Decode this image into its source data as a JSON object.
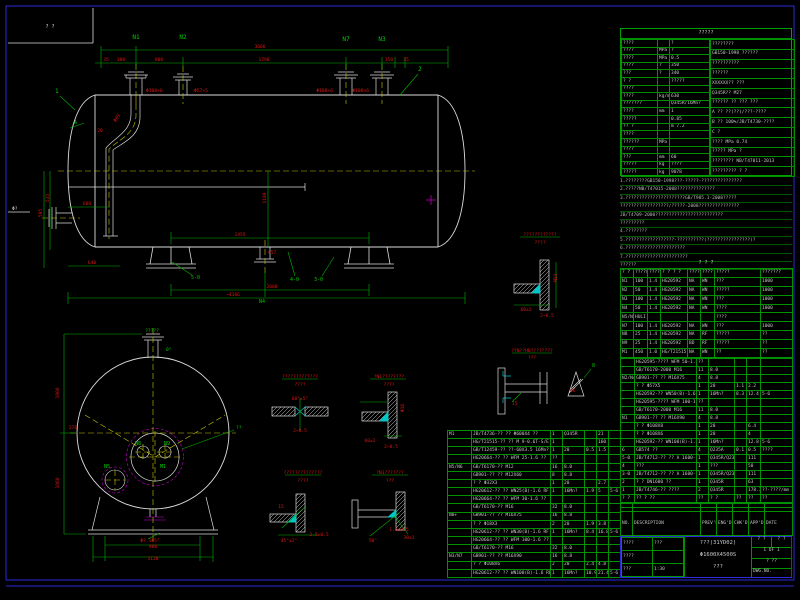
{
  "sheet": {
    "corner_mark": "? ?",
    "edge_mark": "Φ?"
  },
  "front": {
    "nozzles": {
      "n1": "N1",
      "n2": "N2",
      "n7": "N7",
      "n3": "N3",
      "n4": "N4"
    },
    "balloons": {
      "b1": "1",
      "b2": "2",
      "flag_a": "A"
    },
    "sections": {
      "s5": "5-0",
      "s4": "4-0",
      "s3": "3-0"
    },
    "dims": {
      "d35a": "35",
      "d300": "300",
      "d800": "800",
      "d1790": "1790",
      "d150": "150",
      "d35b": "35",
      "d3666": "3666",
      "n1size": "Φ108×6",
      "n2size": "Φ57×5",
      "n7size": "Φ108×6",
      "n3size": "Φ108×6",
      "d20": "20",
      "dphi89": "Φ89",
      "d535": "535",
      "d595": "595",
      "d600": "600",
      "d640": "640",
      "d1455": "1455",
      "d2000": "2000",
      "d4166": "~4166",
      "d1100": "1100",
      "n4size": "Φ57"
    }
  },
  "end": {
    "labels": {
      "m1": "M1",
      "n8": "N8",
      "n9": "N9",
      "n5": "N5",
      "top": "?????",
      "deg0": "0°",
      "right": "??"
    },
    "dims": {
      "d1900": "1900",
      "d270": "270",
      "d1060": "1060",
      "d900": "900",
      "d1120": "1120",
      "dang": "Φ? 165°"
    }
  },
  "details": [
    {
      "title": "?????????????",
      "caption": "????",
      "dims": [
        "60°±5°",
        "2~0.5"
      ]
    },
    {
      "title": "?N1????????",
      "caption": "????",
      "dims": [
        "60±2",
        "2~0.5",
        "Φ16"
      ]
    },
    {
      "title": "????????????",
      "caption": "????",
      "dims": [
        "M13",
        "60±2",
        "2~0.5"
      ]
    },
    {
      "title": "??????????????",
      "caption": "????",
      "dims": [
        "15",
        "45°±2°",
        "2.5±0.5"
      ]
    },
    {
      "title": "?N1???????",
      "caption": "???",
      "dims": [
        "50°",
        "30±1",
        "1.5±0.5"
      ]
    },
    {
      "title": "?YN??HB????????",
      "caption": "???",
      "dims": [
        "15"
      ]
    },
    {
      "title": "",
      "caption": "",
      "dims": [
        "Φ6",
        "8"
      ]
    }
  ],
  "design_table": {
    "title": "?????",
    "left": [
      [
        "????",
        "",
        "?"
      ],
      [
        "????",
        "MPa",
        "?"
      ],
      [
        "????",
        "MPa",
        "0.5"
      ],
      [
        "????",
        "?",
        "350"
      ],
      [
        "???",
        "?",
        "340"
      ],
      [
        "? ?",
        "",
        "?????"
      ],
      [
        "????",
        "",
        ""
      ],
      [
        "????",
        "kg/m",
        "630"
      ],
      [
        "???????",
        "",
        "Q345R/16Mn?"
      ],
      [
        "????",
        "mm",
        "1"
      ],
      [
        "?????",
        "",
        "0.85"
      ],
      [
        "?? ?",
        "",
        "m 7.2"
      ],
      [
        "????",
        "",
        ""
      ],
      [
        "??????",
        "MPa",
        ""
      ],
      [
        "????",
        "",
        ""
      ],
      [
        "???",
        "mm",
        "60"
      ],
      [
        "?????",
        "kg",
        "????"
      ],
      [
        "?????",
        "kg",
        "9078"
      ]
    ],
    "right": [
      [
        "????????"
      ],
      [
        "GB150-1998 ??????"
      ],
      [
        "??????????"
      ],
      [
        "??????"
      ],
      [
        "XXXXXX??    ???"
      ],
      [
        "Q345R??    M27"
      ],
      [
        "?????? ?? ??? ???"
      ],
      [
        "A ?? ??(??)/???-????"
      ],
      [
        "B ?? 100%/JB/T4730-????"
      ],
      [
        "C ?"
      ],
      [
        "???? MPa 0.74"
      ],
      [
        "????? MPa ?"
      ],
      [
        "???????? NB/T47011-2013"
      ],
      [
        "????????? ? ?"
      ]
    ]
  },
  "notes": [
    "1.????????GB150-1998???·?????-???????????????",
    "2.?????NB/T47015-2008??????????????",
    "3.??????????????????????GB/T985.1-2008?????",
    "??????????????????/?????-2008???????????????",
    "JB/T4709-2000?????????????????????????",
    "?????????",
    "4.????????",
    "5.??????????????????-??????????(????????????????)?",
    "6.??????????????????????",
    "7.???????????????????????",
    "??????"
  ],
  "nozzle_table": {
    "title": "? ? ?",
    "rows": [
      [
        "? ?",
        "????mm",
        "????MPa",
        "? ? ? ?",
        "????",
        "????",
        "?????",
        "???????"
      ],
      [
        "N1",
        "100",
        "1.4",
        "HG20592",
        "NA",
        "WN",
        "???",
        "1000"
      ],
      [
        "N2",
        "50",
        "1.4",
        "HG20592",
        "NA",
        "WN",
        "?????",
        "1000"
      ],
      [
        "N3",
        "100",
        "1.4",
        "HG20592",
        "NA",
        "WN",
        "???",
        "1000"
      ],
      [
        "N4",
        "50",
        "1.4",
        "HG20592",
        "NA",
        "WN",
        "????",
        "1000"
      ],
      [
        "N5/N6",
        "HULI",
        "",
        "",
        "",
        "",
        "????",
        ""
      ],
      [
        "N7",
        "100",
        "1.4",
        "HG20592",
        "NA",
        "WN",
        "???",
        "1000"
      ],
      [
        "N8",
        "25",
        "1.4",
        "HG20592",
        "NA",
        "RF",
        "?????",
        "??"
      ],
      [
        "N9",
        "25",
        "1.4",
        "HG20592",
        "BD",
        "RF",
        "?????",
        "??"
      ],
      [
        "M1",
        "450",
        "1.0",
        "HG/T21515",
        "NA",
        "WN",
        "??",
        "??"
      ]
    ]
  },
  "bom_right": {
    "rows": [
      [
        "",
        "HG20595-???? WFM 50-1.6 ??",
        "??",
        "",
        "",
        "",
        ""
      ],
      [
        "",
        "GB/T6170-2000 M16",
        "11",
        "8.0",
        "",
        "",
        ""
      ],
      [
        "N2/N4",
        "GB901-?? ?? M16X75",
        "4",
        "8.8",
        "",
        "",
        ""
      ],
      [
        "",
        "? ? Φ57X5",
        "1",
        "20",
        "1.1",
        "2.2",
        ""
      ],
      [
        "",
        "HG20592-?? WN50(B)-1.6 RF",
        "1",
        "16Mn?",
        "8.3",
        "12.4",
        "5-6"
      ],
      [
        "",
        "HG20595-???? WFM 100-1.6",
        "??",
        "",
        "",
        "",
        ""
      ],
      [
        "",
        "GB/T6170-2000 M16",
        "11",
        "8.0",
        "",
        "",
        ""
      ],
      [
        "N1",
        "GB901-?? ?? M16X90",
        "4",
        "8.8",
        "",
        "",
        ""
      ],
      [
        "",
        "? ? Φ108X8",
        "1",
        "20",
        "",
        "6.4",
        ""
      ],
      [
        "",
        "? ? Φ108X6",
        "1",
        "20",
        "",
        "4",
        ""
      ],
      [
        "",
        "HG20592-?? WN100(B)-1.6 RF",
        "1",
        "16Mn?",
        "",
        "12.8",
        "5-6"
      ],
      [
        "6",
        "GB574 ??",
        "4",
        "Q235A",
        "0.1",
        "0.5",
        "????"
      ],
      [
        "5-0",
        "JB/T4712-?? ?? A 1600-F",
        "1",
        "Q345R/Q235-A",
        "",
        "111",
        ""
      ],
      [
        "4",
        "???",
        "1",
        "???",
        "",
        "50",
        ""
      ],
      [
        "3-0",
        "JB/T4712-?? ?? A 1600-S",
        "1",
        "Q345R/Q235-A",
        "",
        "111",
        ""
      ],
      [
        "2",
        "? ? DN1600 ??",
        "1",
        "Q345R",
        "",
        "63",
        ""
      ],
      [
        "1",
        "JB/T4746-?? ????",
        "2",
        "Q345R",
        "",
        "178.3",
        "??·????/mm"
      ],
      [
        "? ?",
        "?? ? ??",
        "??",
        "? ?",
        "??",
        "??",
        "??"
      ]
    ]
  },
  "bom_bottom": {
    "rows": [
      [
        "M1",
        "JB/T4736-?? ?? Φ600X4 ??",
        "1",
        "Q345R",
        "",
        "21",
        ""
      ],
      [
        "",
        "HG/T21515-?? ?? M 9-0.6T-S/E 600 1.6",
        "1",
        "",
        "",
        "160",
        ""
      ],
      [
        "",
        "GB/T12459-?? ??-60X3.5 16Mn?",
        "1",
        "20",
        "0.5",
        "1.5",
        ""
      ],
      [
        "",
        "HG20664-?? ?? WFM 25-1.6 ??",
        "??",
        "",
        "",
        "",
        ""
      ],
      [
        "N5/N6",
        "GB/T6170-?? M12",
        "16",
        "8.0",
        "",
        "",
        ""
      ],
      [
        "",
        "GB901-?? ?? M12X60",
        "8",
        "8.8",
        "",
        "",
        ""
      ],
      [
        "",
        "? ? Φ32X3",
        "1",
        "20",
        "",
        "2.7",
        ""
      ],
      [
        "",
        "HG20612-?? ?? WN25(B)-1.6 RF",
        "1",
        "16Mn?",
        "1.9",
        "5",
        "5-6"
      ],
      [
        "",
        "HG20664-?? ?? WFM 30-1.6 ??",
        "",
        "",
        "",
        "",
        ""
      ],
      [
        "",
        "GB/T6170-?? M16",
        "32",
        "8.0",
        "",
        "",
        ""
      ],
      [
        "N8+",
        "GB901-?? ?? M16X75",
        "16",
        "8.8",
        "",
        "",
        ""
      ],
      [
        "",
        "? ? Φ18X3",
        "2",
        "20",
        "1.9",
        "3.8",
        ""
      ],
      [
        "",
        "HG20612-?? ?? WN30(B)-1.6 RF",
        "1",
        "16Mn?",
        "8.4",
        "16.8",
        "5-6"
      ],
      [
        "",
        "HG20664-?? ?? WFM 100-1.6 ??",
        "",
        "",
        "",
        "",
        ""
      ],
      [
        "",
        "GB/T6170-?? M16",
        "32",
        "8.0",
        "",
        "",
        ""
      ],
      [
        "N3/N7",
        "GB901-?? ?? M16X90",
        "16",
        "8.8",
        "",
        "",
        ""
      ],
      [
        "",
        "? ? Φ108X6",
        "2",
        "20",
        "2.4",
        "4.8",
        ""
      ],
      [
        "",
        "HG20612-?? ?? WN100(B)-1.6 RF",
        "1",
        "16Mn?",
        "10.9",
        "21.4",
        "5-6"
      ]
    ]
  },
  "revisions": {
    "rows": [
      [
        "",
        "",
        "",
        "",
        "",
        "",
        ""
      ],
      [
        "",
        "",
        "",
        "",
        "",
        "",
        ""
      ],
      [
        "NO.",
        "DESCRIPTION",
        "PREV'D",
        "ENG'D",
        "CHK'D",
        "APP'D",
        "DATE"
      ]
    ]
  },
  "titleblock": {
    "left_rows": [
      [
        "????",
        "???"
      ],
      [
        "????",
        ""
      ],
      [
        "???",
        "1:30"
      ]
    ],
    "name_lines": [
      "???(31YD02)",
      "Φ1600X4500S",
      "???"
    ],
    "sheet_label": "? ?",
    "rev_label": "? ?",
    "sheet": "1 OF 1",
    "dwg_label": "? ??",
    "dwg_no": "DWG.NO."
  }
}
